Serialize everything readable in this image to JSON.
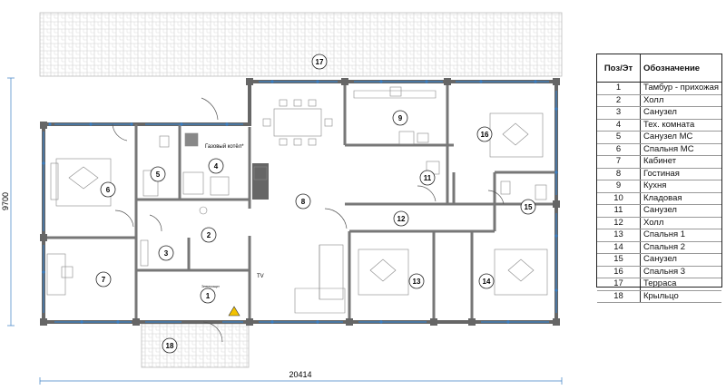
{
  "rooms": [
    {
      "num": "1",
      "name": "Тамбур - прихожая"
    },
    {
      "num": "2",
      "name": "Холл"
    },
    {
      "num": "3",
      "name": "Санузел"
    },
    {
      "num": "4",
      "name": "Тех. комната"
    },
    {
      "num": "5",
      "name": "Санузел МС"
    },
    {
      "num": "6",
      "name": "Спальня МС"
    },
    {
      "num": "7",
      "name": "Кабинет"
    },
    {
      "num": "8",
      "name": "Гостиная"
    },
    {
      "num": "9",
      "name": "Кухня"
    },
    {
      "num": "10",
      "name": "Кладовая"
    },
    {
      "num": "11",
      "name": "Санузел"
    },
    {
      "num": "12",
      "name": "Холл"
    },
    {
      "num": "13",
      "name": "Спальня 1"
    },
    {
      "num": "14",
      "name": "Спальня 2"
    },
    {
      "num": "15",
      "name": "Санузел"
    },
    {
      "num": "16",
      "name": "Спальня 3"
    },
    {
      "num": "17",
      "name": "Терраса"
    },
    {
      "num": "18",
      "name": "Крыльцо"
    }
  ],
  "legend": {
    "col1": "Поз/Эт",
    "col2": "Обозначение"
  },
  "dimensions": {
    "width": "20414",
    "height": "9700"
  },
  "plan_labels": {
    "boiler": "Газовый котёл*",
    "tv": "TV",
    "entry_note": "Электрощит"
  },
  "colors": {
    "wall": "#666666",
    "window": "#3b7fc4",
    "tile": "#d8d8d8"
  }
}
